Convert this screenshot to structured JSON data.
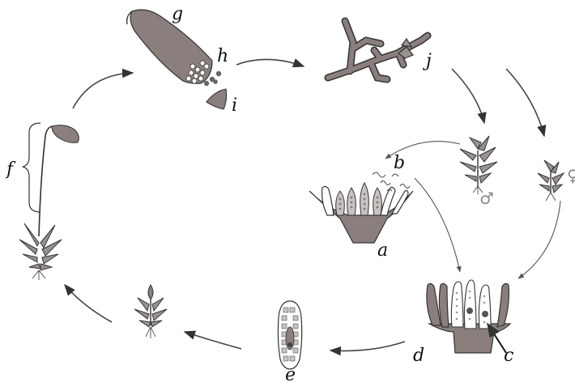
{
  "labels": {
    "a": "a",
    "b": "b",
    "c": "c",
    "d": "d",
    "e": "e",
    "f": "f",
    "g": "g",
    "h": "h",
    "i": "i",
    "j": "j"
  },
  "symbols": {
    "male": "♂",
    "female": "♀"
  },
  "colors": {
    "tissue": "#8a7f7c",
    "tissue_dark": "#5e5554",
    "leaf": "#9a9290",
    "spore": "#666666",
    "arrow": "#444444",
    "thin_arrow": "#555555"
  }
}
